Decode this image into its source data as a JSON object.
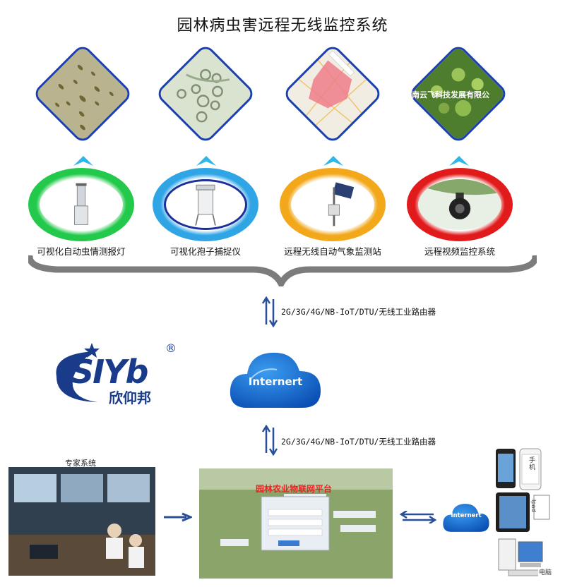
{
  "title": "园林病虫害远程无线监控系统",
  "devices": [
    {
      "caption": "可视化自动虫情测报灯",
      "ring_color": "#22c94a"
    },
    {
      "caption": "可视化孢子捕捉仪",
      "ring_color": "#2fa5e6"
    },
    {
      "caption": "远程无线自动气象监测站",
      "ring_color": "#f2a81a"
    },
    {
      "caption": "远程视频监控系统",
      "ring_color": "#e11b1b"
    }
  ],
  "photo3_text": "南云飞科技发展有限公",
  "network_label_top": "2G/3G/4G/NB-IoT/DTU/无线工业路由器",
  "network_label_bottom": "2G/3G/4G/NB-IoT/DTU/无线工业路由器",
  "cloud_main": "Internert",
  "cloud_small": "Internert",
  "logo": {
    "letters": "SIYb",
    "chinese": "欣仰邦",
    "registered": "®"
  },
  "expert_label": "专家系统",
  "platform_title": "园林农业物联网平台",
  "devices_right": [
    {
      "label": "手机"
    },
    {
      "label": "Ipad"
    },
    {
      "label": "电脑"
    }
  ]
}
